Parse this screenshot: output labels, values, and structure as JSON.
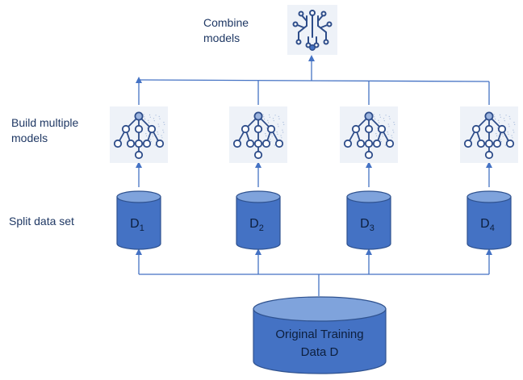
{
  "labels": {
    "combine": "Combine\nmodels",
    "build": "Build multiple\nmodels",
    "split": "Split data set"
  },
  "datasets": [
    {
      "letter": "D",
      "sub": "1"
    },
    {
      "letter": "D",
      "sub": "2"
    },
    {
      "letter": "D",
      "sub": "3"
    },
    {
      "letter": "D",
      "sub": "4"
    }
  ],
  "original": {
    "line1": "Original Training",
    "line2": "Data D"
  },
  "colors": {
    "cylinder": "#4472c4",
    "cylinder_top": "#7fa3dc",
    "cylinder_edge": "#2f528f",
    "arrow": "#4472c4",
    "label_text": "#1f3864",
    "icon_line": "#2e4d8a",
    "icon_bg": "#eef2f8"
  },
  "icons": {
    "combine": "circuit-brain-icon",
    "model": "decision-tree-icon"
  }
}
